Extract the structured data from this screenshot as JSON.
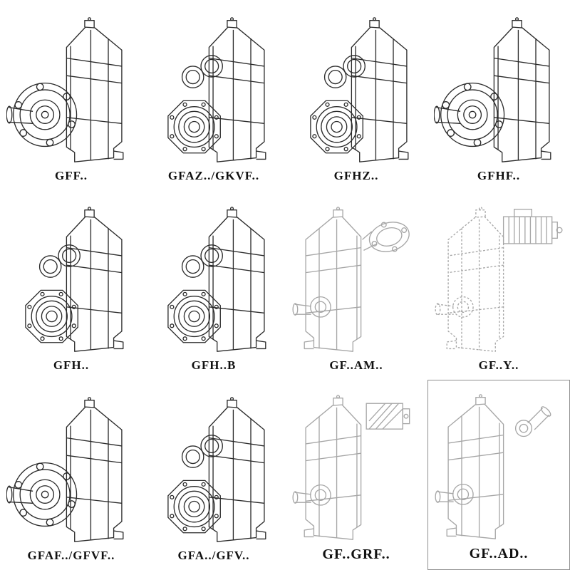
{
  "page": {
    "title": "Gear unit mounting variants catalog",
    "background": "#ffffff",
    "ink": "#2b2b2b",
    "light_ink": "#a6a6a6"
  },
  "grid": {
    "rows": 3,
    "cols": 4,
    "items": [
      {
        "label": "GFF..",
        "variant": "flange-output-shaft",
        "tone": "dark"
      },
      {
        "label": "GFAZ../GKVF..",
        "variant": "hollow-bore",
        "tone": "dark"
      },
      {
        "label": "GFHZ..",
        "variant": "hollow-bore",
        "tone": "dark"
      },
      {
        "label": "GFHF..",
        "variant": "flange-output-shaft",
        "tone": "dark"
      },
      {
        "label": "GFH..",
        "variant": "hollow-bore",
        "tone": "dark"
      },
      {
        "label": "GFH..B",
        "variant": "hollow-bore",
        "tone": "dark"
      },
      {
        "label": "GF..AM..",
        "variant": "reversed-input-flange",
        "tone": "light"
      },
      {
        "label": "GF..Y..",
        "variant": "reversed-motor-mounted",
        "tone": "light",
        "dashed": true
      },
      {
        "label": "GFAF../GFVF..",
        "variant": "flange-output-shaft",
        "tone": "dark"
      },
      {
        "label": "GFA../GFV..",
        "variant": "hollow-bore",
        "tone": "dark"
      },
      {
        "label": "GF..GRF..",
        "variant": "reversed-adapter-block",
        "tone": "light"
      },
      {
        "label": "GF..AD..",
        "variant": "reversed-input-shaft",
        "tone": "light",
        "boxed": true
      }
    ]
  }
}
